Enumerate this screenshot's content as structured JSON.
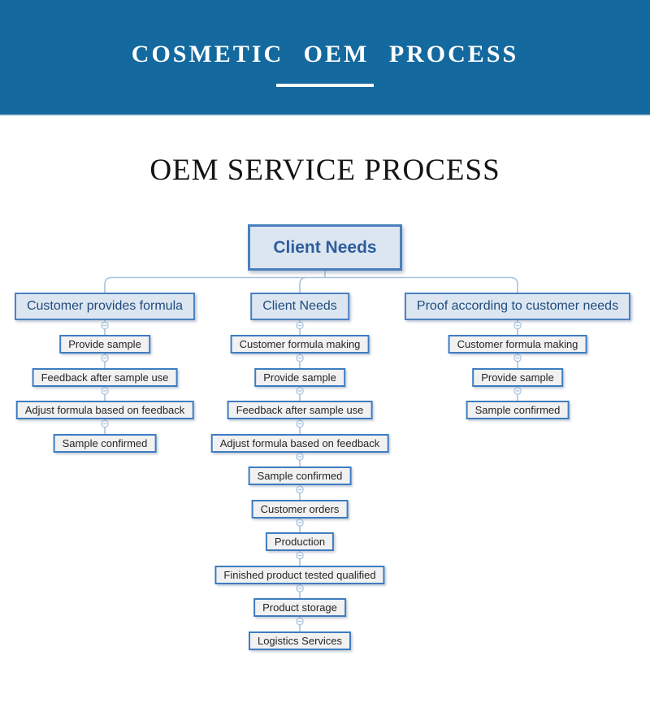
{
  "banner": {
    "title": "COSMETIC OEM PROCESS",
    "background_color": "#14699e"
  },
  "heading": "OEM SERVICE PROCESS",
  "flowchart": {
    "root": "Client Needs",
    "columns": [
      {
        "header": "Customer provides formula",
        "steps": [
          "Provide sample",
          "Feedback after sample use",
          "Adjust formula based on feedback",
          "Sample confirmed"
        ]
      },
      {
        "header": "Client Needs",
        "steps": [
          "Customer formula making",
          "Provide sample",
          "Feedback after sample use",
          "Adjust formula based on feedback",
          "Sample confirmed",
          "Customer orders",
          "Production",
          "Finished product tested qualified",
          "Product storage",
          "Logistics Services"
        ]
      },
      {
        "header": "Proof according to customer needs",
        "steps": [
          "Customer formula making",
          "Provide sample",
          "Sample confirmed"
        ]
      }
    ],
    "colors": {
      "header_fill": "#dce6f1",
      "header_border": "#4a80c0",
      "header_text": "#1f4b7e",
      "step_fill": "#f1f1f2",
      "step_border": "#3e7cc1",
      "step_text": "#262626",
      "root_text": "#2e5d9d",
      "connector": "#a9c2de"
    }
  }
}
